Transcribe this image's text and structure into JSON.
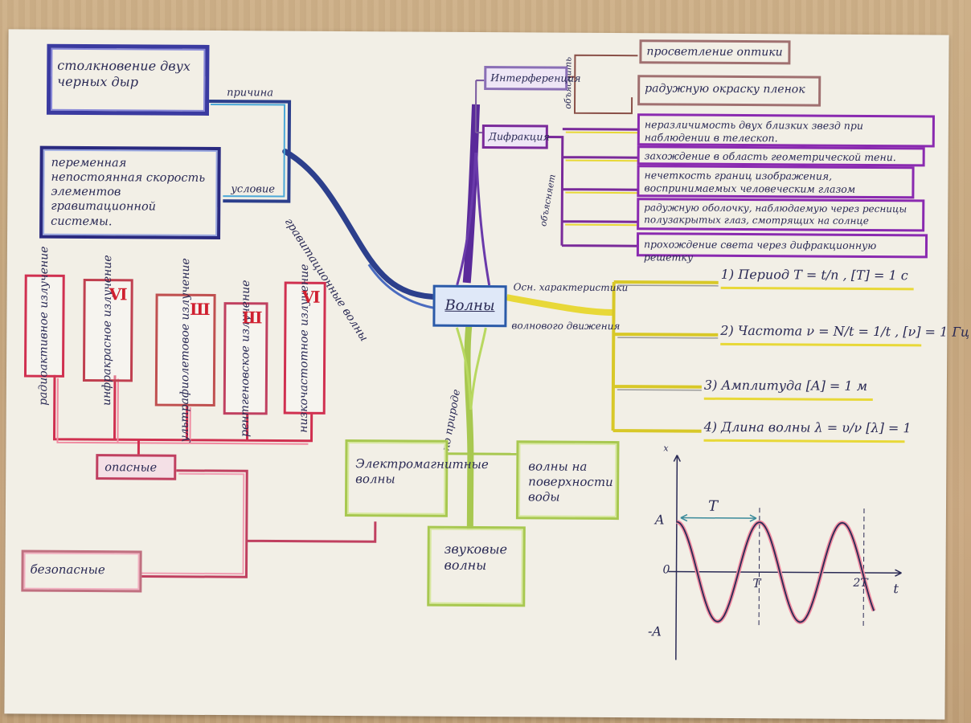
{
  "center": {
    "label": "Волны"
  },
  "branches": {
    "gravitational": "гравитационные волны",
    "by_nature": "по природе",
    "main_characteristics_line1": "Осн. характеристики",
    "main_characteristics_line2": "волнового движения",
    "explains_small": "объясняет",
    "explain_small": "объяснить"
  },
  "gravitational": {
    "cause_label": "причина",
    "cause_text": "столкновение двух черных дыр",
    "condition_label": "условие",
    "condition_text": "переменная непостоянная скорость элементов гравитационной системы."
  },
  "interference": {
    "label": "Интерференция",
    "explains": [
      "просветление оптики",
      "радужную окраску пленок"
    ]
  },
  "diffraction": {
    "label": "Дифракция",
    "explains": [
      "неразличимость двух близких звезд при наблюдении в телескоп.",
      "захождение в область геометрической тени.",
      "нечеткость границ изображения, воспринимаемых человеческим глазом",
      "радужную оболочку, наблюдаемую через ресницы полузакрытых глаз, смотрящих на солнце",
      "прохождение света через дифракционную решетку"
    ]
  },
  "characteristics": [
    {
      "num": "1)",
      "name": "Период",
      "formula": "T = t/n , [T] = 1 c"
    },
    {
      "num": "2)",
      "name": "Частота",
      "formula": "ν = N/t = 1/t , [ν] = 1 Гц"
    },
    {
      "num": "3)",
      "name": "Амплитуда",
      "formula": "[A] = 1 м"
    },
    {
      "num": "4)",
      "name": "Длина волны",
      "formula": "λ = υ/ν   [λ] = 1"
    }
  ],
  "graph": {
    "y_axis": "x",
    "x_axis": "t",
    "period_marker": "T",
    "ticks_y": [
      "A",
      "0",
      "-A"
    ],
    "ticks_x": [
      "T",
      "2T"
    ],
    "curve_colors": [
      "#f08aa0",
      "#2a2a55"
    ]
  },
  "nature_types": [
    "Электромагнитные волны",
    "волны на поверхности воды",
    "звуковые волны"
  ],
  "em_radiation": [
    "радиоактивное излучение",
    "инфракрасное излучение",
    "ультрафиолетовое излучение",
    "рентгеновское излучение",
    "низкочастотное излучение"
  ],
  "danger": {
    "dangerous": "опасные",
    "safe": "безопасные"
  },
  "colors": {
    "gravity": "#2c3f8c",
    "interference": "#8a6fb5",
    "diffraction": "#7a2a9a",
    "characteristics": "#e8d838",
    "nature": "#a8c850",
    "radiation": "#d03050",
    "center": "#2b5aa8"
  }
}
